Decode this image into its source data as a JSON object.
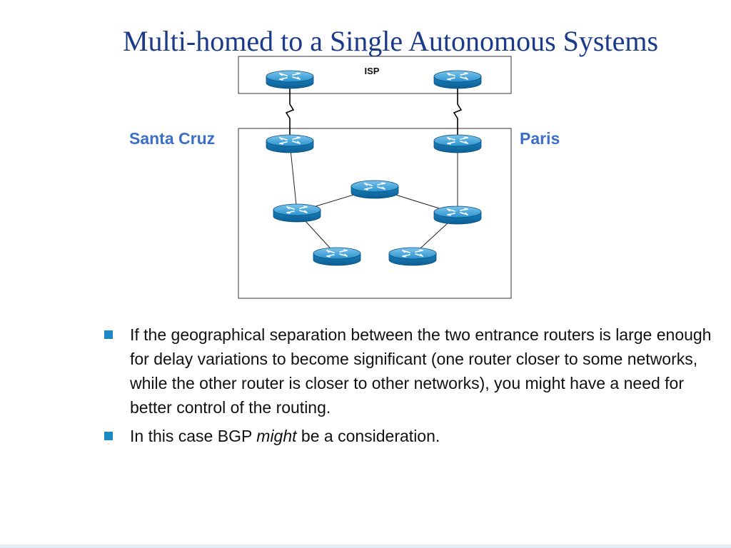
{
  "title": "Multi-homed to a Single Autonomous Systems",
  "isp_label": "ISP",
  "left_site_label": "Santa Cruz",
  "right_site_label": "Paris",
  "colors": {
    "title": "#1a3a8a",
    "site_label": "#3b6fc6",
    "router": "#1b8ac7",
    "bullet": "#1b8ac7"
  },
  "routers": [
    {
      "id": "isp-left",
      "group": "isp"
    },
    {
      "id": "isp-right",
      "group": "isp"
    },
    {
      "id": "edge-santa-cruz",
      "group": "as"
    },
    {
      "id": "edge-paris",
      "group": "as"
    },
    {
      "id": "core-center",
      "group": "as"
    },
    {
      "id": "core-left",
      "group": "as"
    },
    {
      "id": "core-right",
      "group": "as"
    },
    {
      "id": "leaf-left",
      "group": "as"
    },
    {
      "id": "leaf-right",
      "group": "as"
    }
  ],
  "links": [
    {
      "from": "isp-left",
      "to": "edge-santa-cruz",
      "type": "serial"
    },
    {
      "from": "isp-right",
      "to": "edge-paris",
      "type": "serial"
    },
    {
      "from": "edge-santa-cruz",
      "to": "core-left",
      "type": "ethernet"
    },
    {
      "from": "edge-paris",
      "to": "core-right",
      "type": "ethernet"
    },
    {
      "from": "core-left",
      "to": "core-center",
      "type": "ethernet"
    },
    {
      "from": "core-center",
      "to": "core-right",
      "type": "ethernet"
    },
    {
      "from": "core-left",
      "to": "leaf-left",
      "type": "ethernet"
    },
    {
      "from": "core-right",
      "to": "leaf-right",
      "type": "ethernet"
    }
  ],
  "bullets": [
    {
      "before": "If the geographical separation between the two entrance routers is large enough for delay variations to become significant (one router closer to some networks, while the other router is closer to other networks), you might have a need for better control of the routing.",
      "em": "",
      "after": ""
    },
    {
      "before": "In this case BGP ",
      "em": "might",
      "after": " be a consideration."
    }
  ]
}
